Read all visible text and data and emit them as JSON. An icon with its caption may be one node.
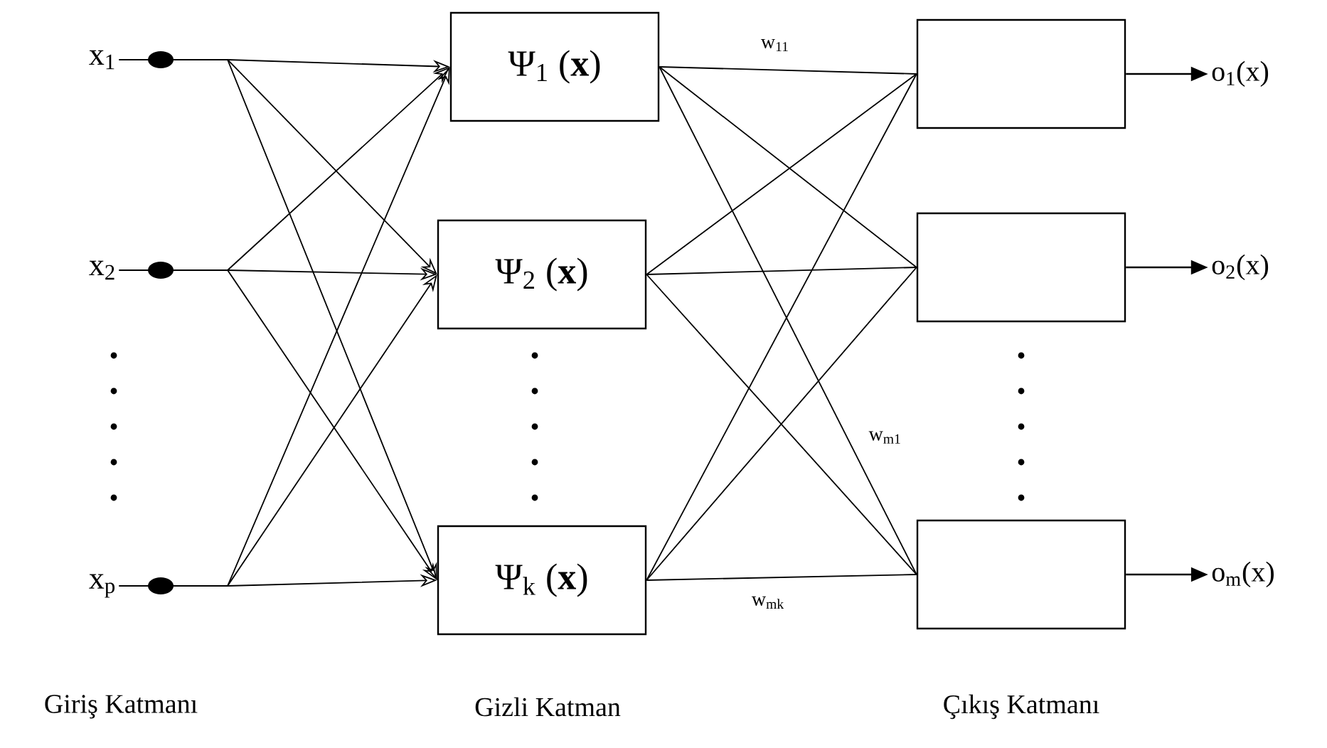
{
  "diagram": {
    "nodes": [
      {
        "text": [
          "x$_{1}$"
        ]
      },
      {
        "text": [
          "x$_{2}$"
        ]
      },
      {
        "text": [
          "x$_{p}$"
        ]
      },
      {
        "text": [
          "Ψ$_{1}$ (**x**)"
        ]
      },
      {
        "text": [
          "Ψ$_{2}$ (**x**)"
        ]
      },
      {
        "text": [
          "Ψ$_{k}$ (**x**)"
        ]
      },
      {
        "text": [],
        "shape": "box"
      },
      {
        "text": [],
        "shape": "box"
      },
      {
        "text": [],
        "shape": "box"
      },
      {
        "text": [
          "o$_{1}$(x)"
        ]
      },
      {
        "text": [
          "o$_{2}$(x)"
        ]
      },
      {
        "text": [
          "o$_{m}$(x)"
        ]
      }
    ],
    "edges": [
      {
        "from": 0,
        "to": 3,
        "arrow": "to"
      },
      {
        "from": 0,
        "to": 4,
        "arrow": "to"
      },
      {
        "from": 0,
        "to": 5,
        "arrow": "to"
      },
      {
        "from": 1,
        "to": 3,
        "arrow": "to"
      },
      {
        "from": 1,
        "to": 4,
        "arrow": "to"
      },
      {
        "from": 1,
        "to": 5,
        "arrow": "to"
      },
      {
        "from": 2,
        "to": 3,
        "arrow": "to"
      },
      {
        "from": 2,
        "to": 4,
        "arrow": "to"
      },
      {
        "from": 2,
        "to": 5,
        "arrow": "to"
      },
      {
        "from": 3,
        "to": 6,
        "arrow": "none",
        "label": "w$_{11}$"
      },
      {
        "from": 3,
        "to": 7,
        "arrow": "none"
      },
      {
        "from": 3,
        "to": 8,
        "arrow": "none",
        "label": "w$_{m1}$"
      },
      {
        "from": 4,
        "to": 6,
        "arrow": "none"
      },
      {
        "from": 4,
        "to": 7,
        "arrow": "none"
      },
      {
        "from": 4,
        "to": 8,
        "arrow": "none"
      },
      {
        "from": 5,
        "to": 6,
        "arrow": "none"
      },
      {
        "from": 5,
        "to": 7,
        "arrow": "none"
      },
      {
        "from": 5,
        "to": 8,
        "arrow": "none",
        "label": "w$_{mk}$"
      },
      {
        "from": 6,
        "to": 9,
        "arrow": "to"
      },
      {
        "from": 7,
        "to": 10,
        "arrow": "to"
      },
      {
        "from": 8,
        "to": 11,
        "arrow": "to"
      }
    ],
    "labels": [
      "Giriş Katmanı",
      "Gizli Katman",
      "Çıkış Katmanı"
    ]
  }
}
